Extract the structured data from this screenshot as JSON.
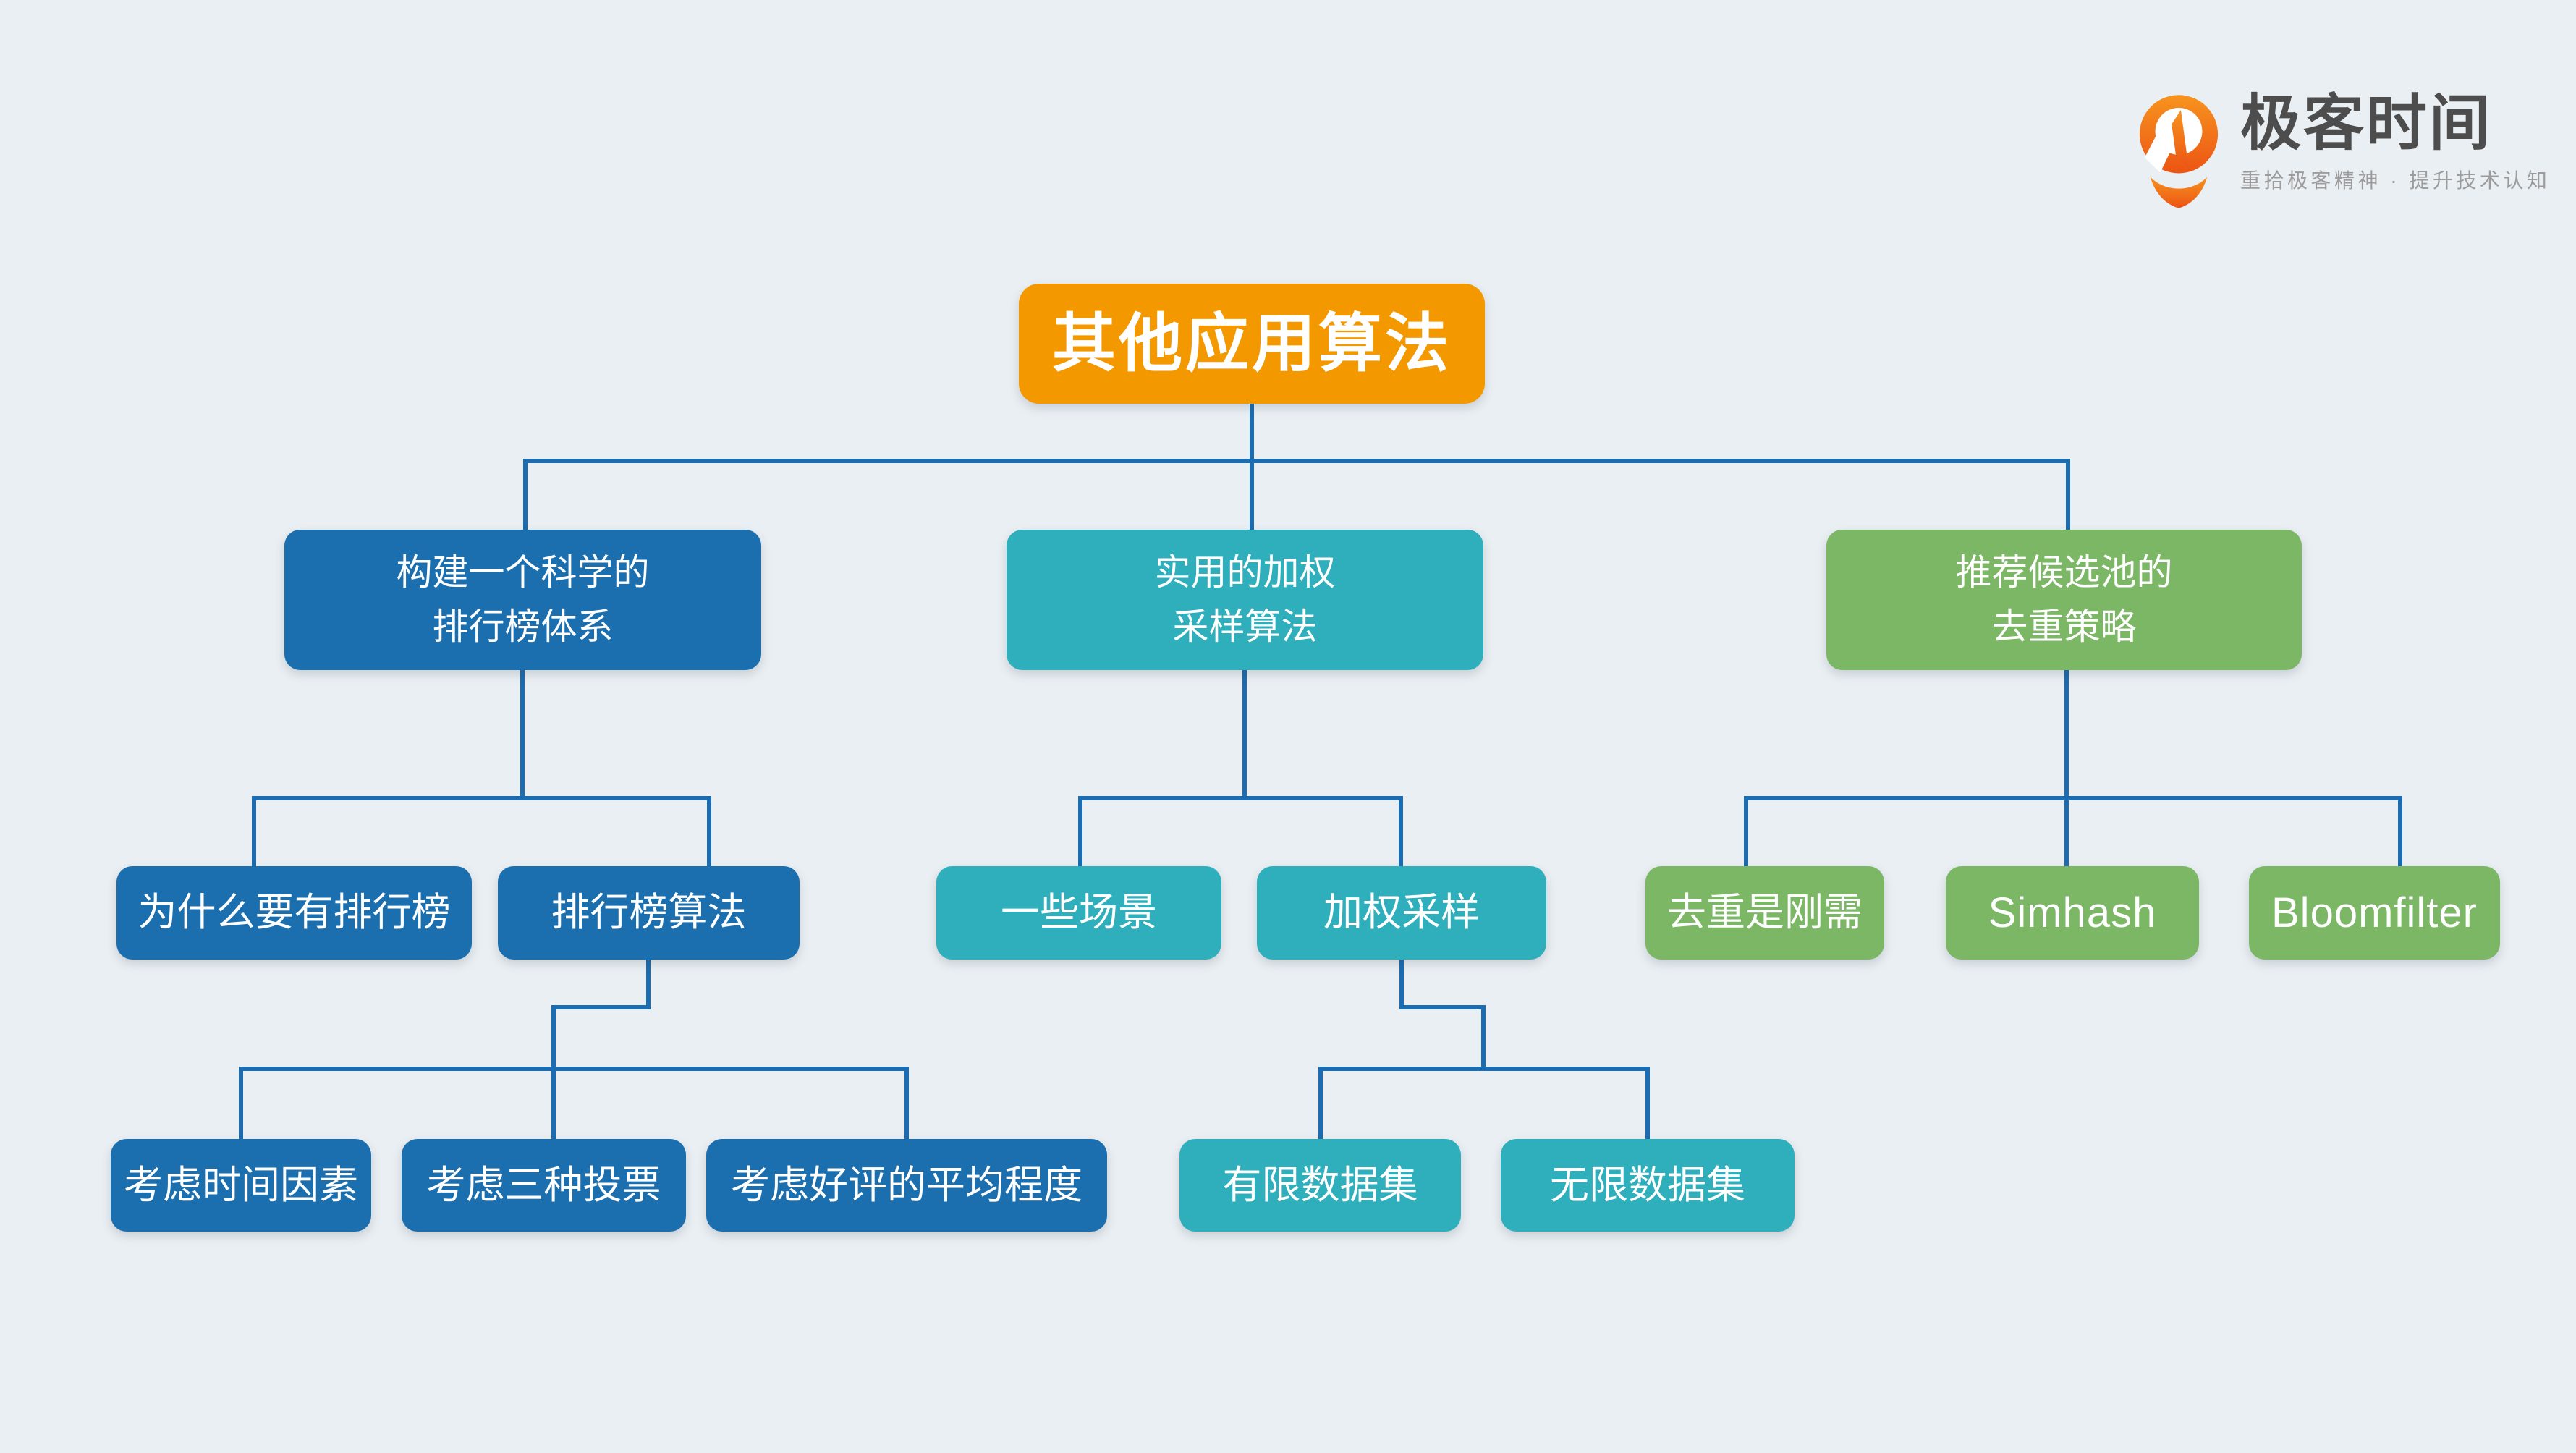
{
  "logo": {
    "title": "极客时间",
    "tagline": "重拾极客精神 · 提升技术认知"
  },
  "colors": {
    "background": "#EAEFF3",
    "connector": "#1B6CB0",
    "root_orange": "#F49800",
    "branch_blue": "#1C6FAF",
    "branch_teal": "#2FAEBC",
    "branch_green": "#7BB765",
    "logo_orange": "#F1581F",
    "logo_text": "#4D4D4D",
    "logo_tagline": "#9C9C9C"
  },
  "diagram": {
    "root": {
      "label": "其他应用算法"
    },
    "branches": [
      {
        "label": "构建一个科学的\n排行榜体系",
        "children": [
          {
            "label": "为什么要有排行榜",
            "children": []
          },
          {
            "label": "排行榜算法",
            "children": [
              {
                "label": "考虑时间因素"
              },
              {
                "label": "考虑三种投票"
              },
              {
                "label": "考虑好评的平均程度"
              }
            ]
          }
        ]
      },
      {
        "label": "实用的加权\n采样算法",
        "children": [
          {
            "label": "一些场景",
            "children": []
          },
          {
            "label": "加权采样",
            "children": [
              {
                "label": "有限数据集"
              },
              {
                "label": "无限数据集"
              }
            ]
          }
        ]
      },
      {
        "label": "推荐候选池的\n去重策略",
        "children": [
          {
            "label": "去重是刚需",
            "children": []
          },
          {
            "label": "Simhash",
            "children": []
          },
          {
            "label": "Bloomfilter",
            "children": []
          }
        ]
      }
    ]
  }
}
